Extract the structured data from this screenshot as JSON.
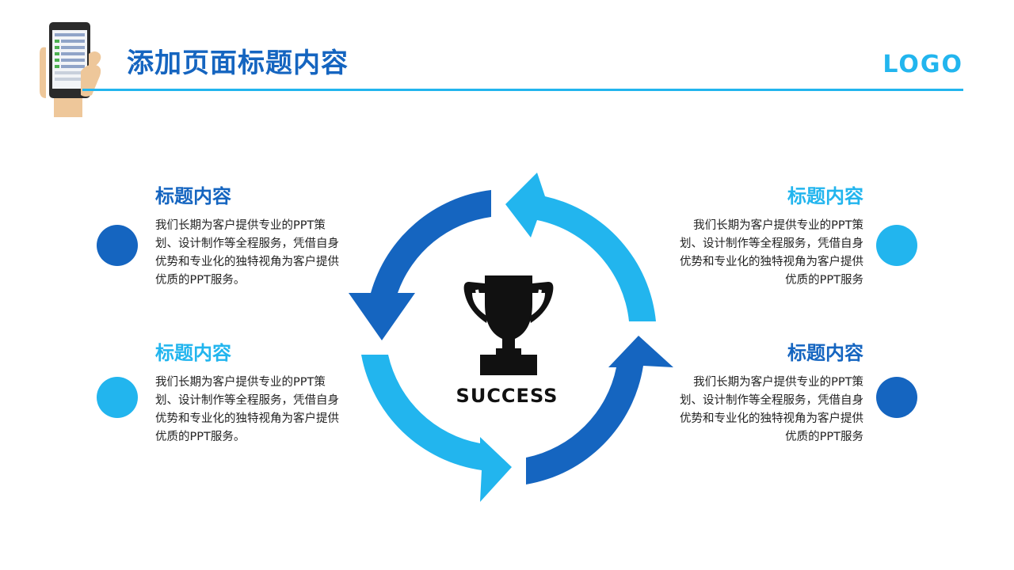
{
  "header": {
    "title": "添加页面标题内容",
    "logo": "LOGO"
  },
  "center": {
    "success_label": "SUCCESS"
  },
  "blocks": [
    {
      "title": "标题内容",
      "body": "我们长期为客户提供专业的PPT策划、设计制作等全程服务，凭借自身优势和专业化的独特视角为客户提供优质的PPT服务。"
    },
    {
      "title": "标题内容",
      "body": "我们长期为客户提供专业的PPT策划、设计制作等全程服务，凭借自身优势和专业化的独特视角为客户提供优质的PPT服务"
    },
    {
      "title": "标题内容",
      "body": "我们长期为客户提供专业的PPT策划、设计制作等全程服务，凭借自身优势和专业化的独特视角为客户提供优质的PPT服务。"
    },
    {
      "title": "标题内容",
      "body": "我们长期为客户提供专业的PPT策划、设计制作等全程服务，凭借自身优势和专业化的独特视角为客户提供优质的PPT服务"
    }
  ],
  "colors": {
    "dark_blue": "#1565c0",
    "light_blue": "#22b5ee",
    "black": "#111111"
  },
  "icons": {
    "header": "phone-in-hand-icon",
    "center": "trophy-icon"
  }
}
